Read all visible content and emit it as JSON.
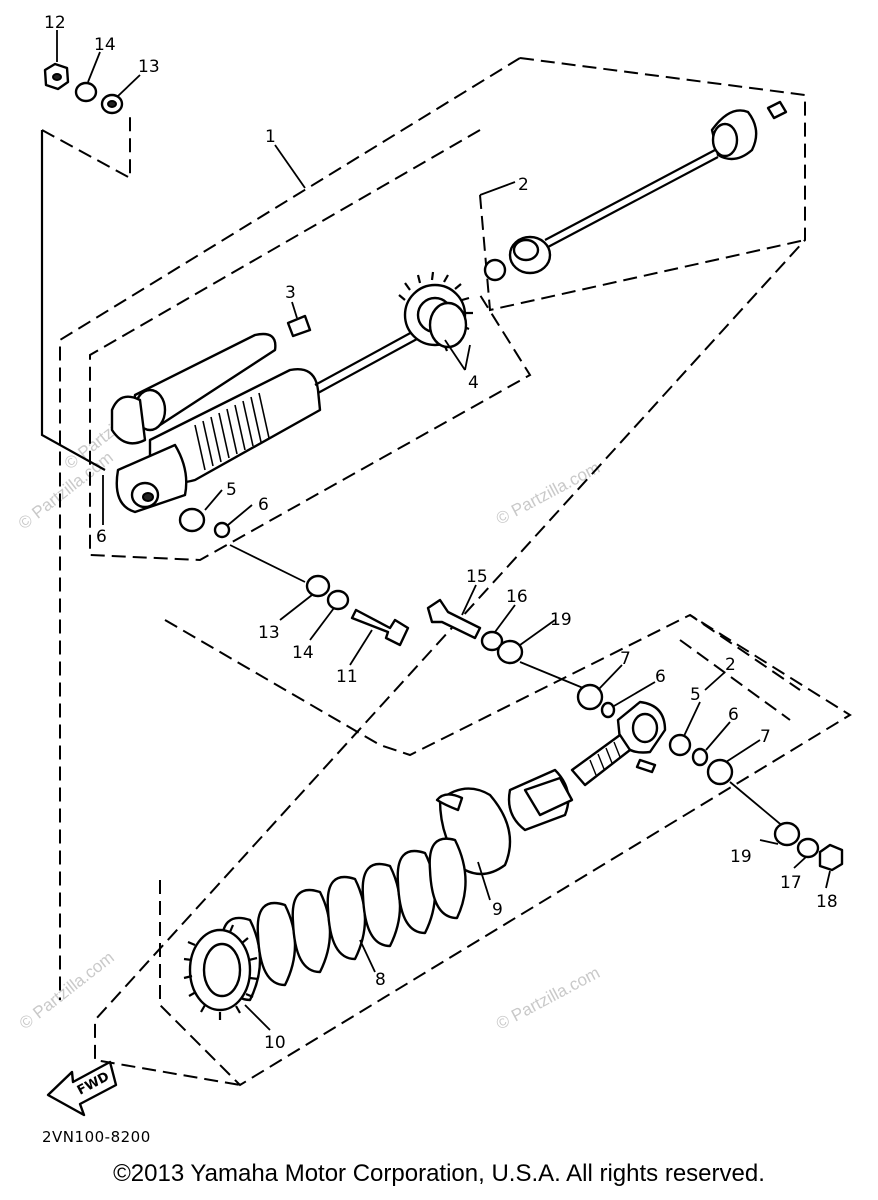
{
  "diagram": {
    "callouts": [
      "12",
      "14",
      "13",
      "1",
      "2",
      "3",
      "4",
      "5",
      "6",
      "6",
      "13",
      "14",
      "11",
      "15",
      "16",
      "19",
      "7",
      "6",
      "2",
      "5",
      "6",
      "7",
      "19",
      "17",
      "18",
      "9",
      "8",
      "10"
    ],
    "fwd_label": "FWD",
    "drawing_code": "2VN100-8200",
    "watermark": "© Partzilla.com",
    "copyright": "©2013 Yamaha Motor Corporation, U.S.A. All rights reserved."
  }
}
